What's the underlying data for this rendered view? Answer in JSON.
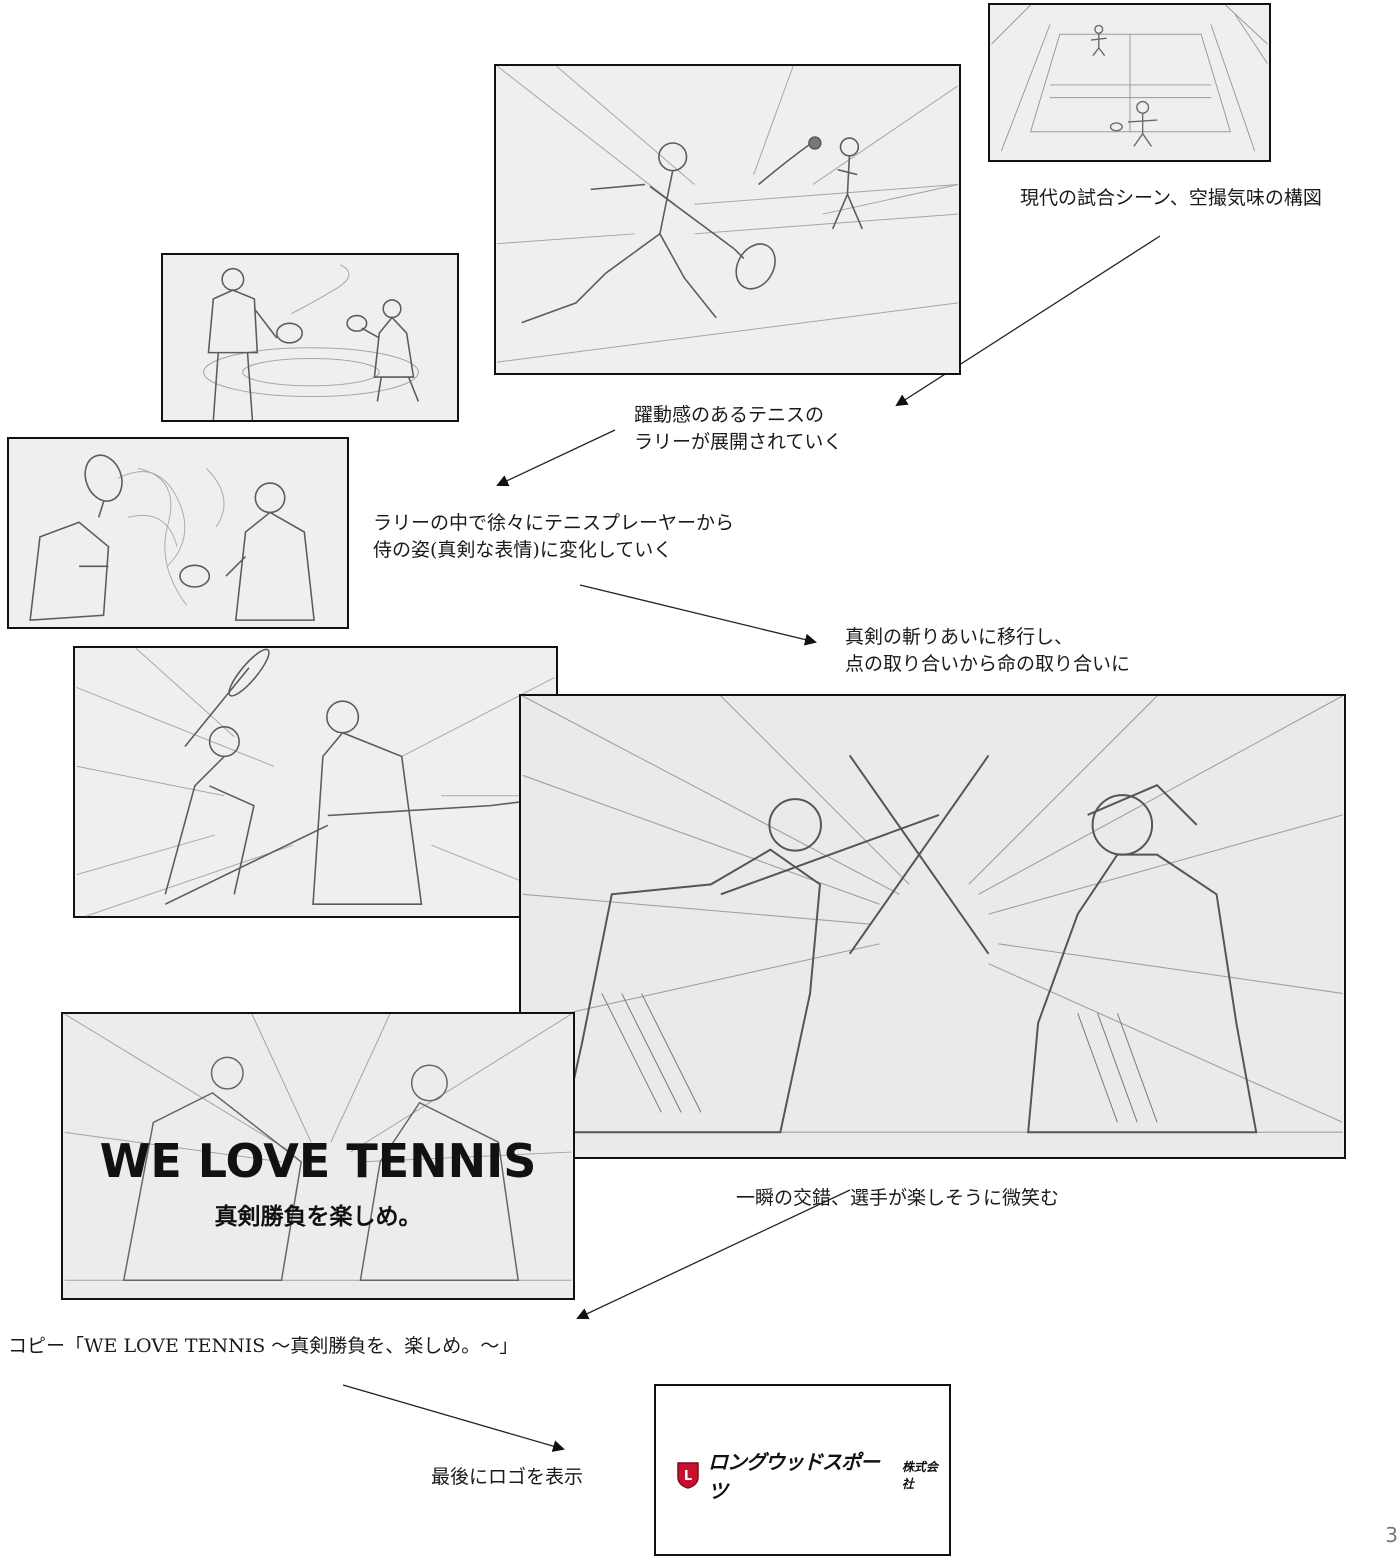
{
  "panels": [
    {
      "id": "aerial-court",
      "caption": "現代の試合シーン、空撮気味の構図"
    },
    {
      "id": "rally",
      "caption_lines": [
        "躍動感のあるテニスの",
        "ラリーが展開されていく"
      ]
    },
    {
      "id": "transform",
      "caption_lines": [
        "ラリーの中で徐々にテニスプレーヤーから",
        "侍の姿(真剣な表情)に変化していく"
      ]
    },
    {
      "id": "duel",
      "caption_lines": [
        "真剣の斬りあいに移行し、",
        "点の取り合いから命の取り合いに"
      ]
    },
    {
      "id": "clash",
      "caption": "一瞬の交錯、選手が楽しそうに微笑む"
    },
    {
      "id": "copy",
      "caption": "コピー「WE LOVE TENNIS ～真剣勝負を、楽しめ。～」"
    },
    {
      "id": "logo",
      "caption": "最後にロゴを表示"
    }
  ],
  "copy_panel": {
    "title": "WE LOVE TENNIS",
    "subtitle": "真剣勝負を楽しめ。"
  },
  "logo": {
    "mark": "L",
    "name": "ロングウッドスポーツ",
    "suffix": "株式会社",
    "accent": "#c8102e"
  },
  "page_number": "3",
  "colors": {
    "sketch": "#8a8a8a",
    "paper": "#eeeeee",
    "border": "#111111"
  }
}
